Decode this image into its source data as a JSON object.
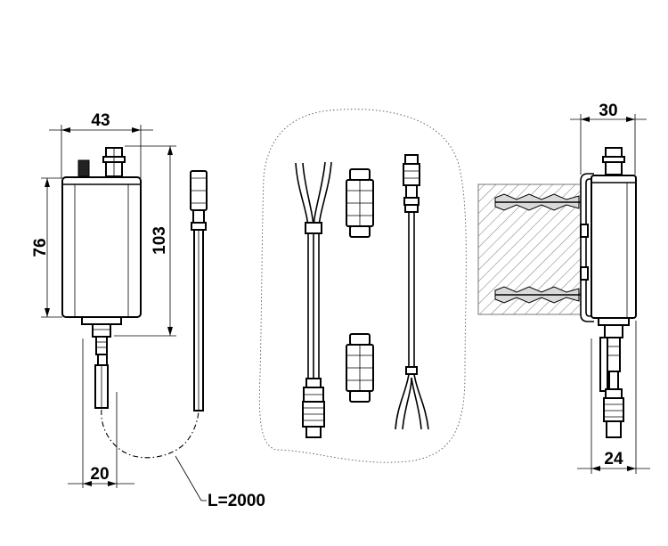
{
  "dimensions": {
    "width_top": "43",
    "height_body": "76",
    "height_total": "103",
    "connector_offset": "20",
    "cable_length": "L=2000",
    "side_depth": "30",
    "side_bottom": "24"
  }
}
